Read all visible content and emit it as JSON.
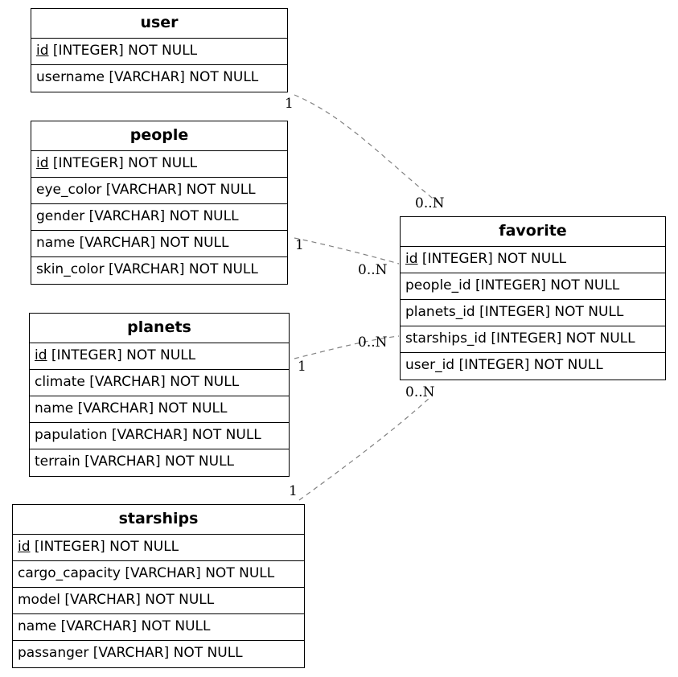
{
  "entities": {
    "user": {
      "name": "user",
      "fields": [
        {
          "pk": "id",
          "rest": " [INTEGER] NOT NULL"
        },
        {
          "pk": "",
          "rest": "username [VARCHAR] NOT NULL"
        }
      ]
    },
    "people": {
      "name": "people",
      "fields": [
        {
          "pk": "id",
          "rest": " [INTEGER] NOT NULL"
        },
        {
          "pk": "",
          "rest": "eye_color [VARCHAR] NOT NULL"
        },
        {
          "pk": "",
          "rest": "gender [VARCHAR] NOT NULL"
        },
        {
          "pk": "",
          "rest": "name [VARCHAR] NOT NULL"
        },
        {
          "pk": "",
          "rest": "skin_color [VARCHAR] NOT NULL"
        }
      ]
    },
    "planets": {
      "name": "planets",
      "fields": [
        {
          "pk": "id",
          "rest": " [INTEGER] NOT NULL"
        },
        {
          "pk": "",
          "rest": "climate [VARCHAR] NOT NULL"
        },
        {
          "pk": "",
          "rest": "name [VARCHAR] NOT NULL"
        },
        {
          "pk": "",
          "rest": "papulation [VARCHAR] NOT NULL"
        },
        {
          "pk": "",
          "rest": "terrain [VARCHAR] NOT NULL"
        }
      ]
    },
    "starships": {
      "name": "starships",
      "fields": [
        {
          "pk": "id",
          "rest": " [INTEGER] NOT NULL"
        },
        {
          "pk": "",
          "rest": "cargo_capacity [VARCHAR] NOT NULL"
        },
        {
          "pk": "",
          "rest": "model [VARCHAR] NOT NULL"
        },
        {
          "pk": "",
          "rest": "name [VARCHAR] NOT NULL"
        },
        {
          "pk": "",
          "rest": "passanger [VARCHAR] NOT NULL"
        }
      ]
    },
    "favorite": {
      "name": "favorite",
      "fields": [
        {
          "pk": "id",
          "rest": " [INTEGER] NOT NULL"
        },
        {
          "pk": "",
          "rest": "people_id [INTEGER] NOT NULL"
        },
        {
          "pk": "",
          "rest": "planets_id [INTEGER] NOT NULL"
        },
        {
          "pk": "",
          "rest": "starships_id [INTEGER] NOT NULL"
        },
        {
          "pk": "",
          "rest": "user_id [INTEGER] NOT NULL"
        }
      ]
    }
  },
  "relationships": [
    {
      "from": "user",
      "to": "favorite",
      "from_card": "1",
      "to_card": "0..N"
    },
    {
      "from": "people",
      "to": "favorite",
      "from_card": "1",
      "to_card": "0..N"
    },
    {
      "from": "planets",
      "to": "favorite",
      "from_card": "1",
      "to_card": "0..N"
    },
    {
      "from": "starships",
      "to": "favorite",
      "from_card": "1",
      "to_card": "0..N"
    }
  ],
  "colors": {
    "edge": "#808080",
    "border": "#000000",
    "text": "#000000"
  }
}
